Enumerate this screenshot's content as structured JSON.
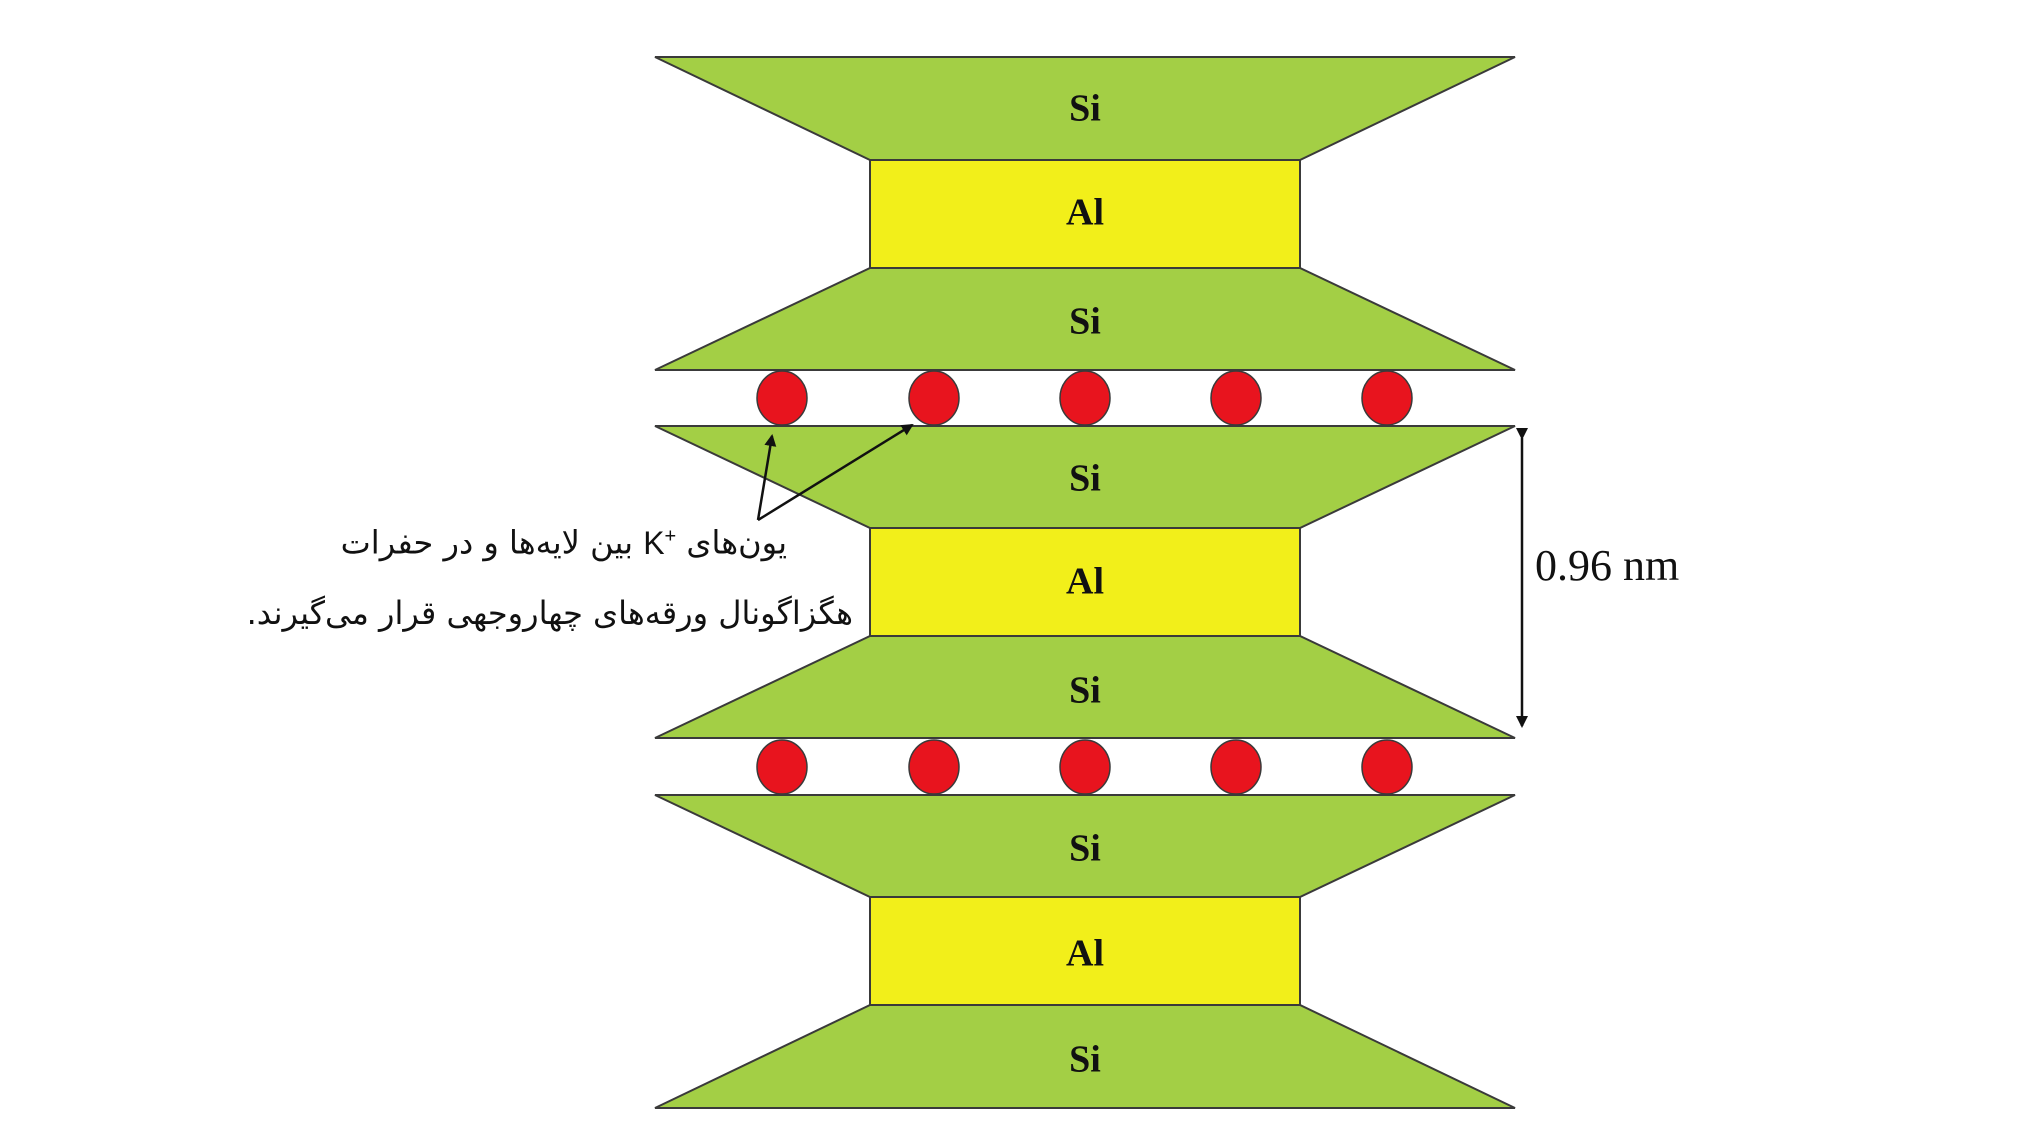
{
  "colors": {
    "tetrahedral_layer": "#a3cf45",
    "octahedral_layer": "#f2ef1a",
    "potassium_ion": "#e8141e",
    "outline": "#3a3a3a",
    "background": "#ffffff"
  },
  "layers": {
    "si_label": "Si",
    "al_label": "Al"
  },
  "sheet_stack": [
    "Si",
    "Al",
    "Si",
    "Si",
    "Al",
    "Si",
    "Si",
    "Al",
    "Si"
  ],
  "interlayer_ion_rows": 2,
  "ions_per_row": 5,
  "dimension": {
    "label": "0.96 nm"
  },
  "annotation": {
    "line1_prefix": "یون‌های",
    "ion_symbol": "K",
    "ion_charge": "+",
    "line1_suffix": "بین لایه‌ها و در حفرات",
    "line2": "هگزاگونال ورقه‌های چهاروجهی قرار می‌گیرند."
  }
}
